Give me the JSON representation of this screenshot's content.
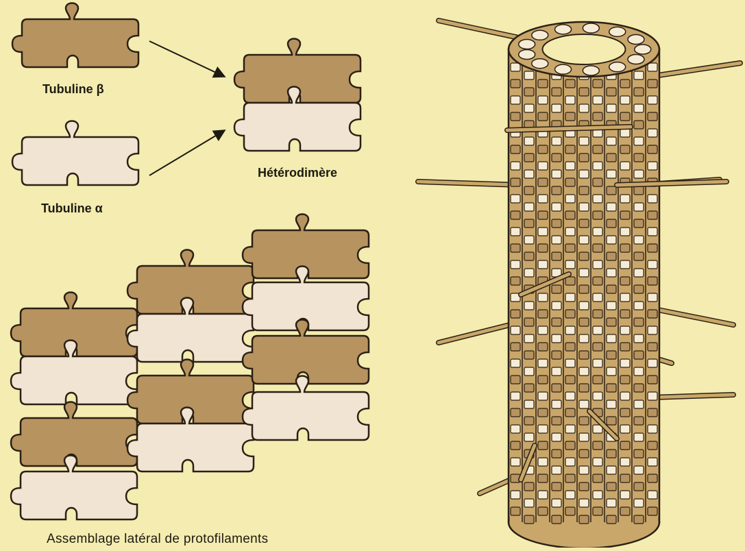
{
  "labels": {
    "tubulin_beta": "Tubuline β",
    "tubulin_alpha": "Tubuline α",
    "heterodimer": "Hétérodimère",
    "lateral_assembly": "Assemblage latéral de protofilaments"
  },
  "colors": {
    "background": "#f4ecb0",
    "beta_tubulin": "#b79360",
    "alpha_tubulin": "#f2e4d2",
    "outline": "#2a2014",
    "microtubule_light": "#f6ecd6"
  },
  "assembly_columns": [
    {
      "pieces": [
        "beta",
        "alpha",
        "beta",
        "alpha"
      ]
    },
    {
      "pieces": [
        "beta",
        "alpha",
        "beta",
        "alpha"
      ]
    },
    {
      "pieces": [
        "beta",
        "alpha",
        "beta",
        "alpha"
      ]
    }
  ]
}
